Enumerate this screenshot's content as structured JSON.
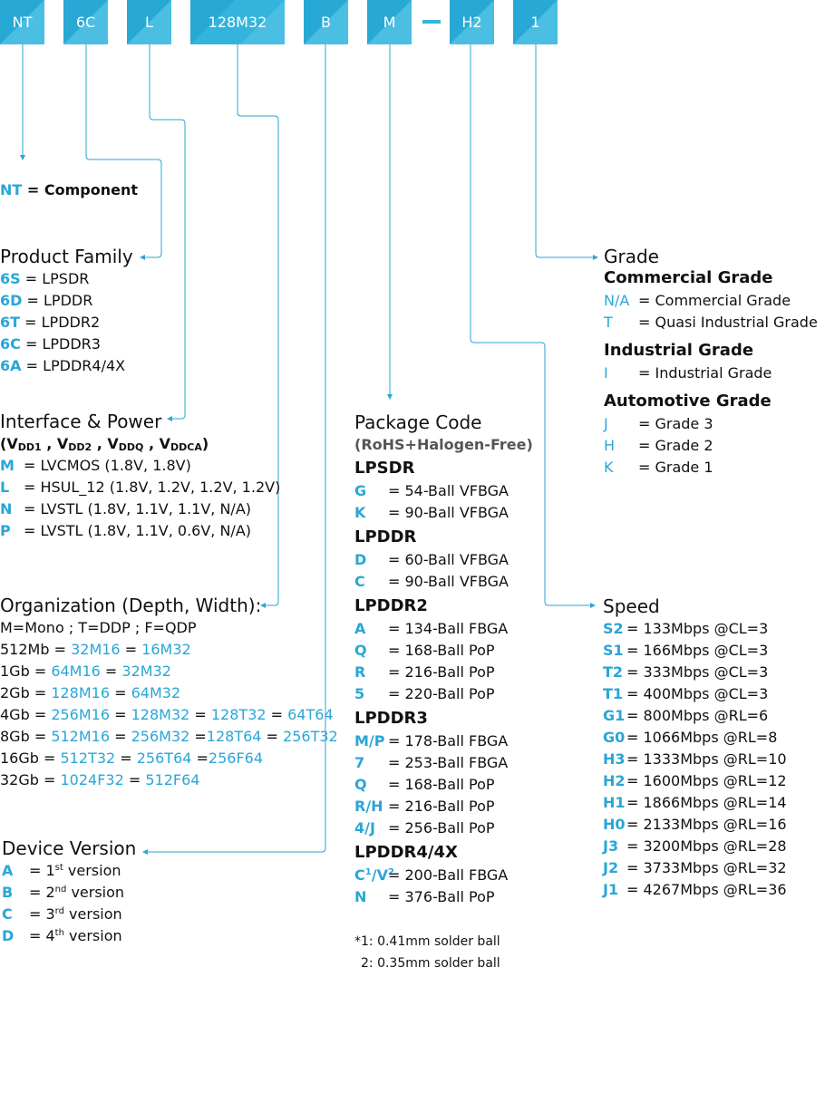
{
  "boxes": [
    "NT",
    "6C",
    "L",
    "128M32",
    "B",
    "M",
    "H2",
    "1"
  ],
  "colors": {
    "accent": "#2aa6d6",
    "box": "#33b4dd",
    "line": "#2aa6d6"
  },
  "component": {
    "code": "NT",
    "text": "= Component"
  },
  "product_family": {
    "title": "Product Family",
    "items": [
      {
        "code": "6S",
        "text": "= LPSDR"
      },
      {
        "code": "6D",
        "text": "= LPDDR"
      },
      {
        "code": "6T",
        "text": "= LPDDR2"
      },
      {
        "code": "6C",
        "text": "= LPDDR3"
      },
      {
        "code": "6A",
        "text": "= LPDDR4/4X"
      }
    ]
  },
  "interface": {
    "title": "Interface & Power",
    "subtitle_parts": [
      "(V",
      "DD1",
      " , V",
      "DD2",
      " , V",
      "DDQ",
      " , V",
      "DDCA",
      ")"
    ],
    "items": [
      {
        "code": "M",
        "text": "= LVCMOS (1.8V, 1.8V)"
      },
      {
        "code": "L",
        "text": "= HSUL_12 (1.8V, 1.2V, 1.2V, 1.2V)"
      },
      {
        "code": "N",
        "text": "= LVSTL (1.8V, 1.1V, 1.1V, N/A)"
      },
      {
        "code": "P",
        "text": "= LVSTL (1.8V, 1.1V, 0.6V, N/A)"
      }
    ]
  },
  "organization": {
    "title": "Organization (Depth, Width):",
    "note": "M=Mono ; T=DDP ; F=QDP",
    "rows": [
      [
        {
          "t": "512Mb = "
        },
        {
          "b": "32M16"
        },
        {
          "t": " = "
        },
        {
          "b": "16M32"
        }
      ],
      [
        {
          "t": "1Gb = "
        },
        {
          "b": "64M16"
        },
        {
          "t": " = "
        },
        {
          "b": "32M32"
        }
      ],
      [
        {
          "t": "2Gb = "
        },
        {
          "b": "128M16"
        },
        {
          "t": " = "
        },
        {
          "b": "64M32"
        }
      ],
      [
        {
          "t": "4Gb = "
        },
        {
          "b": "256M16"
        },
        {
          "t": " = "
        },
        {
          "b": "128M32"
        },
        {
          "t": " = "
        },
        {
          "b": "128T32"
        },
        {
          "t": " = "
        },
        {
          "b": "64T64"
        }
      ],
      [
        {
          "t": "8Gb = "
        },
        {
          "b": "512M16"
        },
        {
          "t": " = "
        },
        {
          "b": "256M32"
        },
        {
          "t": " ="
        },
        {
          "b": "128T64"
        },
        {
          "t": " = "
        },
        {
          "b": "256T32"
        }
      ],
      [
        {
          "t": "16Gb = "
        },
        {
          "b": "512T32"
        },
        {
          "t": " = "
        },
        {
          "b": "256T64"
        },
        {
          "t": " ="
        },
        {
          "b": "256F64"
        }
      ],
      [
        {
          "t": "32Gb = "
        },
        {
          "b": "1024F32"
        },
        {
          "t": " = "
        },
        {
          "b": "512F64"
        }
      ]
    ]
  },
  "device_version": {
    "title": "Device Version",
    "items": [
      {
        "code": "A",
        "pre": "= 1",
        "sup": "st",
        "post": " version"
      },
      {
        "code": "B",
        "pre": "= 2",
        "sup": "nd",
        "post": " version"
      },
      {
        "code": "C",
        "pre": "= 3",
        "sup": "rd",
        "post": " version"
      },
      {
        "code": "D",
        "pre": "= 4",
        "sup": "th",
        "post": " version"
      }
    ]
  },
  "package": {
    "title": "Package Code",
    "subtitle": "(RoHS+Halogen-Free)",
    "groups": [
      {
        "name": "LPSDR",
        "items": [
          {
            "code": "G",
            "text": "= 54-Ball VFBGA"
          },
          {
            "code": "K",
            "text": "= 90-Ball VFBGA"
          }
        ]
      },
      {
        "name": "LPDDR",
        "items": [
          {
            "code": "D",
            "text": "= 60-Ball VFBGA"
          },
          {
            "code": "C",
            "text": "= 90-Ball VFBGA"
          }
        ]
      },
      {
        "name": "LPDDR2",
        "items": [
          {
            "code": "A",
            "text": "= 134-Ball FBGA"
          },
          {
            "code": "Q",
            "text": "= 168-Ball PoP"
          },
          {
            "code": "R",
            "text": "= 216-Ball PoP"
          },
          {
            "code": "5",
            "text": "= 220-Ball PoP"
          }
        ]
      },
      {
        "name": "LPDDR3",
        "items": [
          {
            "code": "M/P",
            "text": "= 178-Ball FBGA"
          },
          {
            "code": "7",
            "text": "= 253-Ball FBGA"
          },
          {
            "code": "Q",
            "text": "= 168-Ball PoP"
          },
          {
            "code": "R/H",
            "text": "= 216-Ball PoP"
          },
          {
            "code": "4/J",
            "text": "= 256-Ball PoP"
          }
        ]
      },
      {
        "name": "LPDDR4/4X",
        "items": [
          {
            "code": "C",
            "sup1": "1",
            "mid": "/V",
            "sup2": "2",
            "text": "= 200-Ball FBGA"
          },
          {
            "code": "N",
            "text": "= 376-Ball PoP"
          }
        ]
      }
    ],
    "footnotes": [
      "*1: 0.41mm solder ball",
      "2: 0.35mm solder ball"
    ]
  },
  "grade": {
    "title": "Grade",
    "groups": [
      {
        "name": "Commercial Grade",
        "items": [
          {
            "code": "N/A",
            "text": "= Commercial Grade"
          },
          {
            "code": "T",
            "text": "= Quasi Industrial Grade"
          }
        ]
      },
      {
        "name": "Industrial Grade",
        "items": [
          {
            "code": "I",
            "text": "= Industrial Grade"
          }
        ]
      },
      {
        "name": "Automotive Grade",
        "items": [
          {
            "code": "J",
            "text": "= Grade 3"
          },
          {
            "code": "H",
            "text": "= Grade 2"
          },
          {
            "code": "K",
            "text": "= Grade 1"
          }
        ]
      }
    ]
  },
  "speed": {
    "title": "Speed",
    "items": [
      {
        "code": "S2",
        "text": "= 133Mbps @CL=3"
      },
      {
        "code": "S1",
        "text": "= 166Mbps @CL=3"
      },
      {
        "code": "T2",
        "text": "= 333Mbps @CL=3"
      },
      {
        "code": "T1",
        "text": "= 400Mbps @CL=3"
      },
      {
        "code": "G1",
        "text": "= 800Mbps @RL=6"
      },
      {
        "code": "G0",
        "text": "= 1066Mbps @RL=8"
      },
      {
        "code": "H3",
        "text": "= 1333Mbps @RL=10"
      },
      {
        "code": "H2",
        "text": "= 1600Mbps @RL=12"
      },
      {
        "code": "H1",
        "text": "= 1866Mbps @RL=14"
      },
      {
        "code": "H0",
        "text": "= 2133Mbps @RL=16"
      },
      {
        "code": "J3",
        "text": "= 3200Mbps @RL=28"
      },
      {
        "code": "J2",
        "text": "= 3733Mbps @RL=32"
      },
      {
        "code": "J1",
        "text": "= 4267Mbps @RL=36"
      }
    ]
  }
}
